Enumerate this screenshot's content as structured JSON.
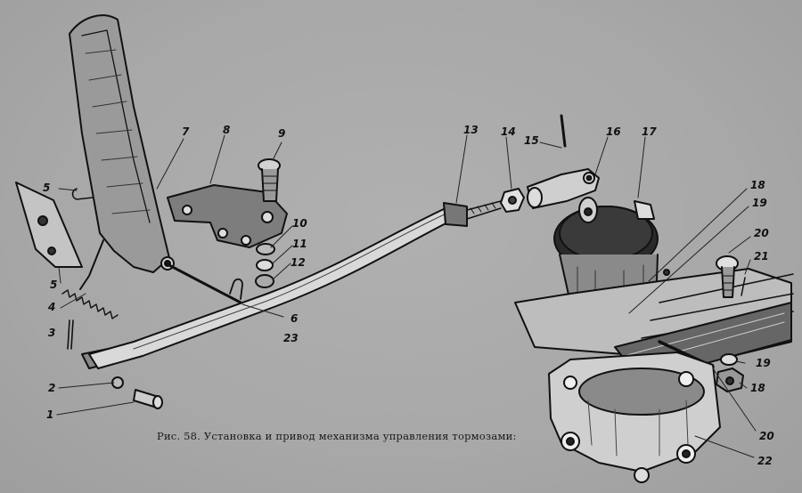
{
  "figure": {
    "caption": "Рис. 58. Установка и привод механизма управления тормозами:",
    "callouts": [
      "1",
      "2",
      "3",
      "4",
      "5",
      "5",
      "6",
      "7",
      "8",
      "9",
      "10",
      "11",
      "12",
      "13",
      "14",
      "15",
      "16",
      "17",
      "18",
      "18",
      "19",
      "19",
      "20",
      "20",
      "21",
      "22",
      "23"
    ]
  }
}
